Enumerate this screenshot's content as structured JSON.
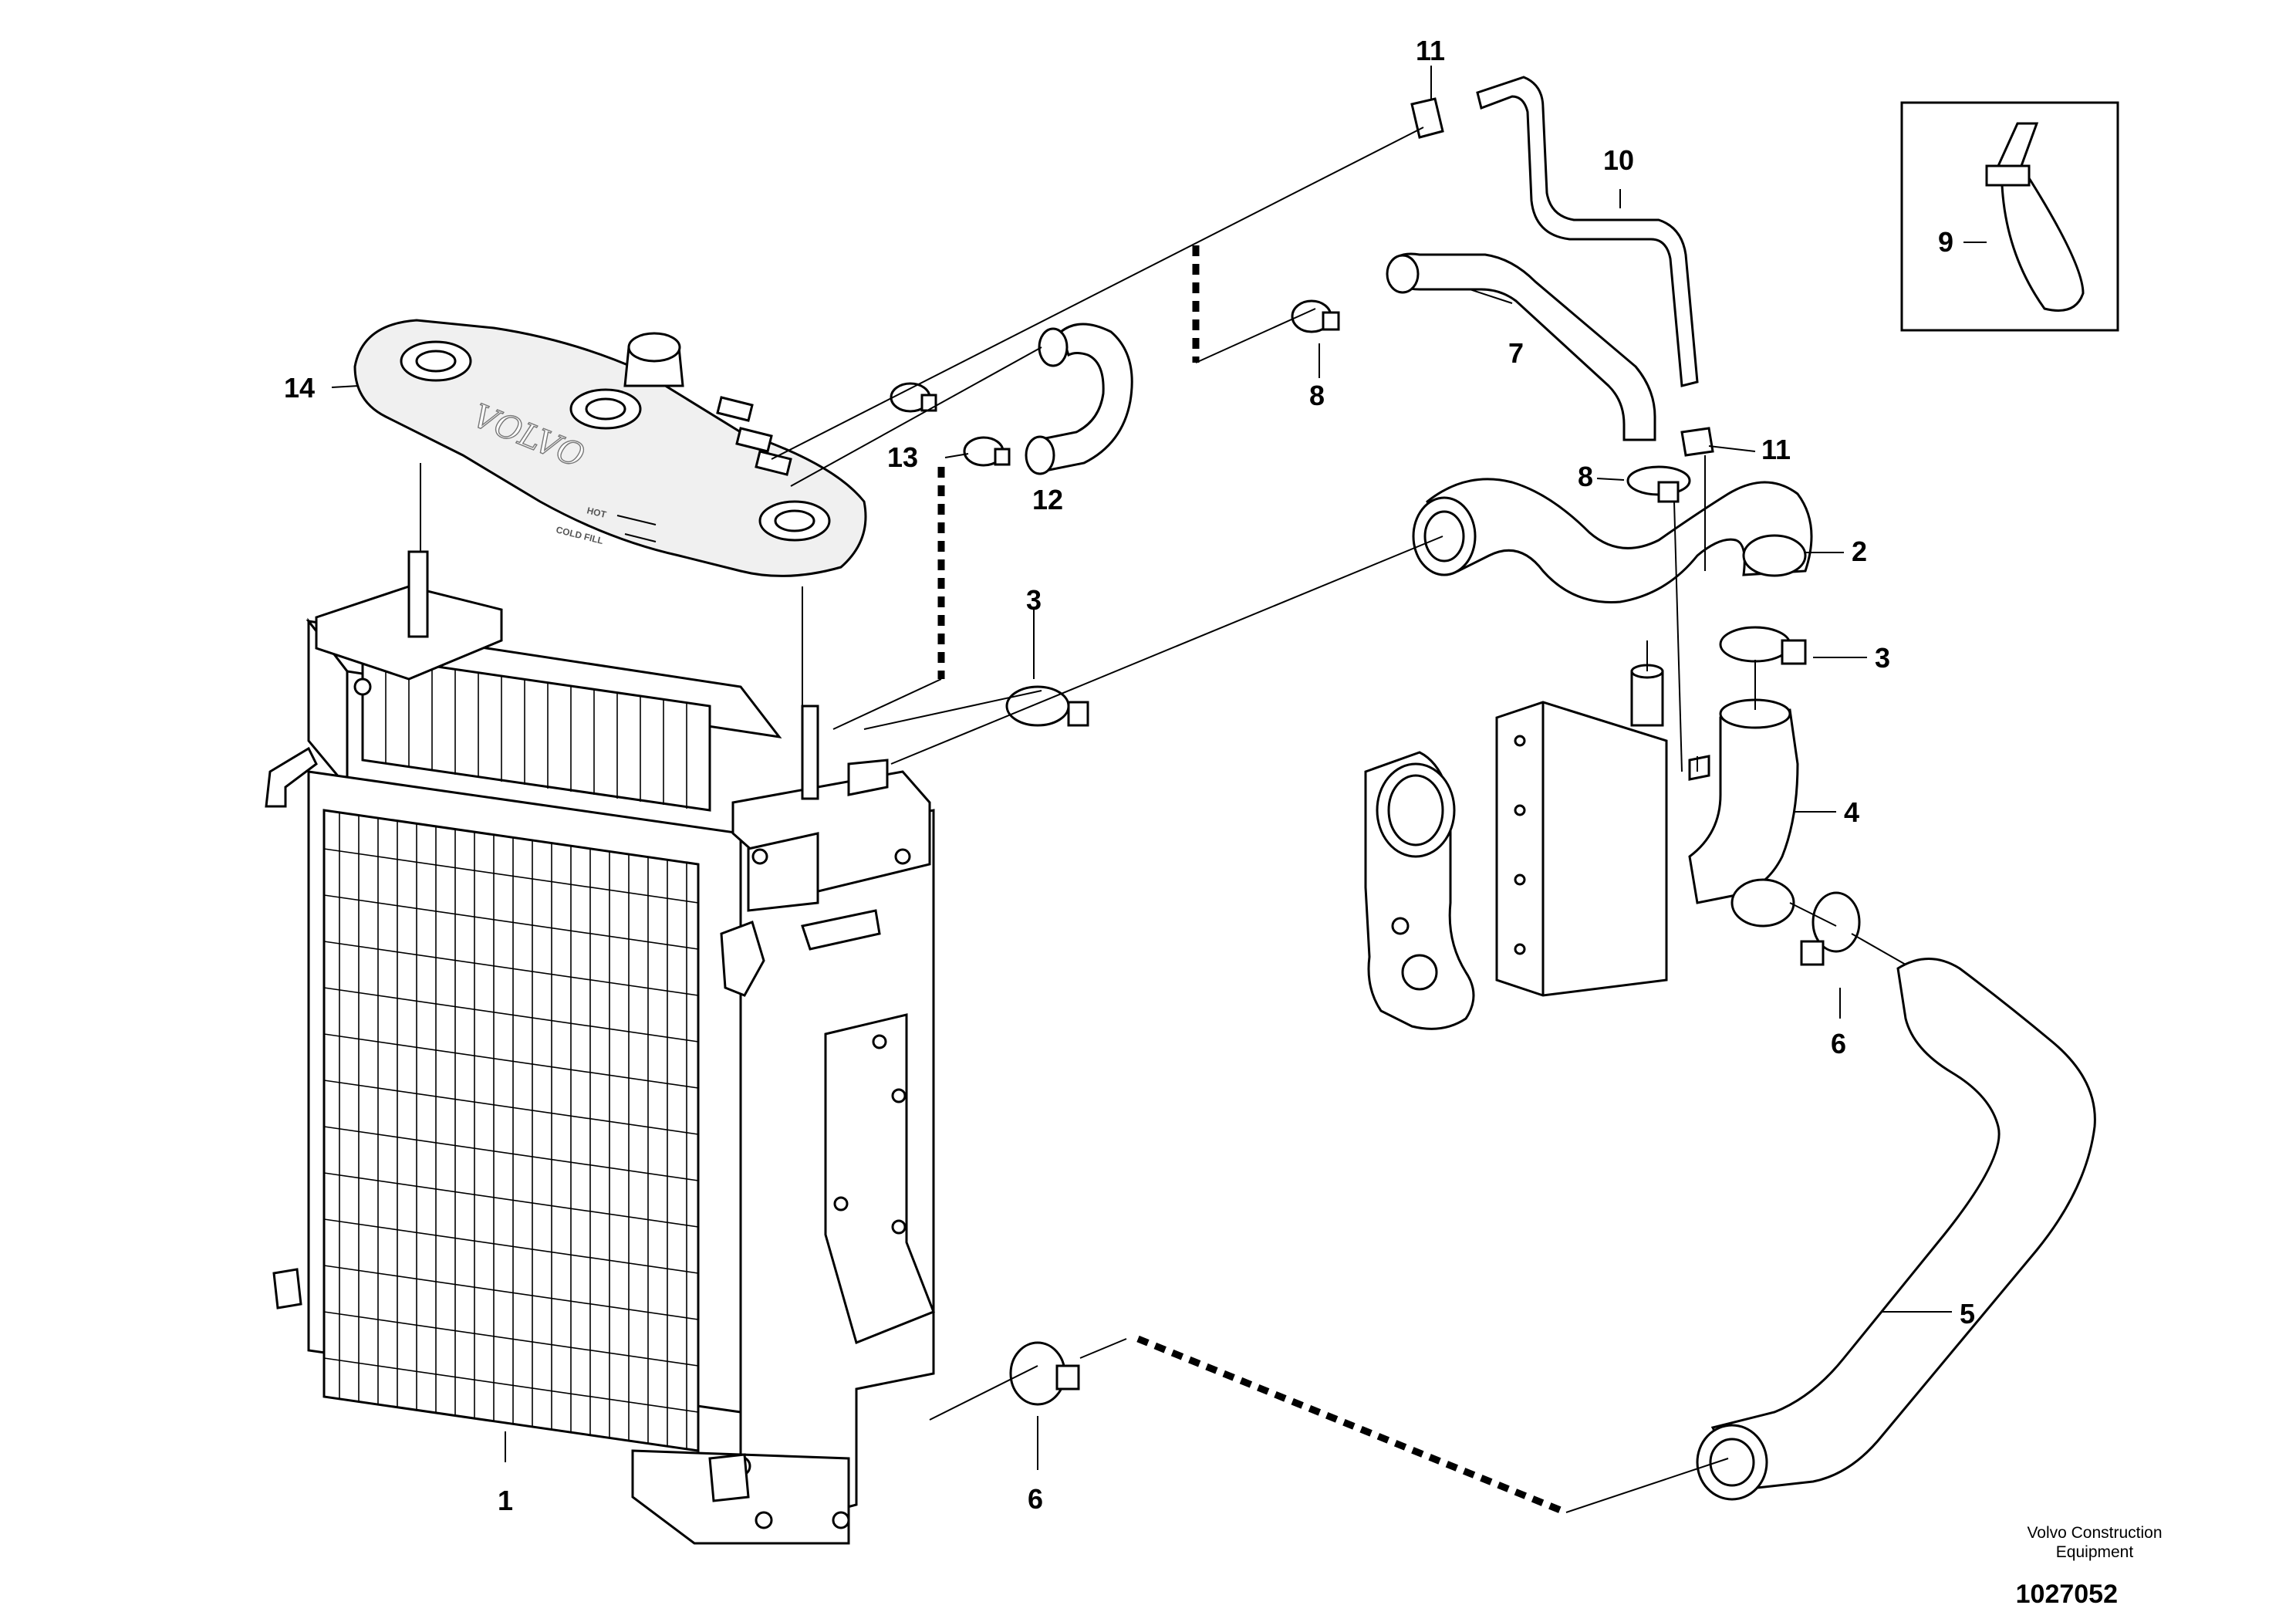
{
  "diagram": {
    "labels": {
      "p1": "1",
      "p2": "2",
      "p3a": "3",
      "p3b": "3",
      "p4": "4",
      "p5": "5",
      "p6a": "6",
      "p6b": "6",
      "p7": "7",
      "p8a": "8",
      "p8b": "8",
      "p9": "9",
      "p10": "10",
      "p11a": "11",
      "p11b": "11",
      "p12": "12",
      "p13": "13",
      "p14": "14"
    },
    "tank_embossing": "VOLVO",
    "tank_markings": {
      "hot": "HOT",
      "cold": "COLD FILL"
    },
    "credit_line1": "Volvo Construction",
    "credit_line2": "Equipment",
    "document_number": "1027052"
  }
}
